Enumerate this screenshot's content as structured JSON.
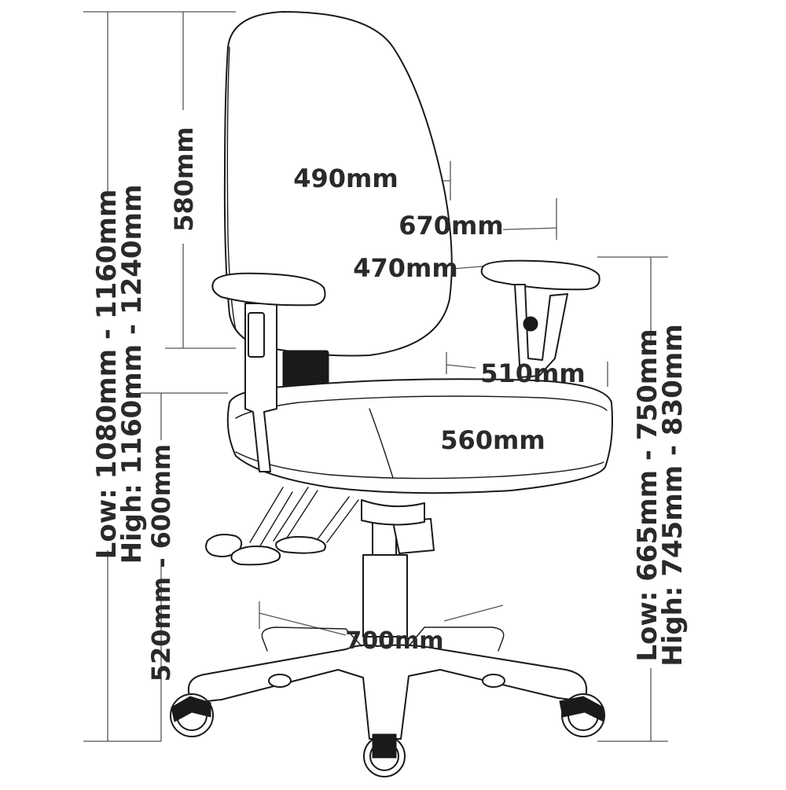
{
  "dimensions": {
    "overall_height": "Low: 1080mm - 1160mm",
    "overall_height_high": "High: 1160mm - 1240mm",
    "seat_height": "520mm - 600mm",
    "back_height": "580mm",
    "back_width": "490mm",
    "outer_arm_width": "670mm",
    "inner_arm_width": "470mm",
    "seat_width": "510mm",
    "seat_depth": "560mm",
    "armrest_height_low": "Low: 665mm - 750mm",
    "armrest_height_high": "High: 745mm - 830mm",
    "base_width": "700mm"
  }
}
